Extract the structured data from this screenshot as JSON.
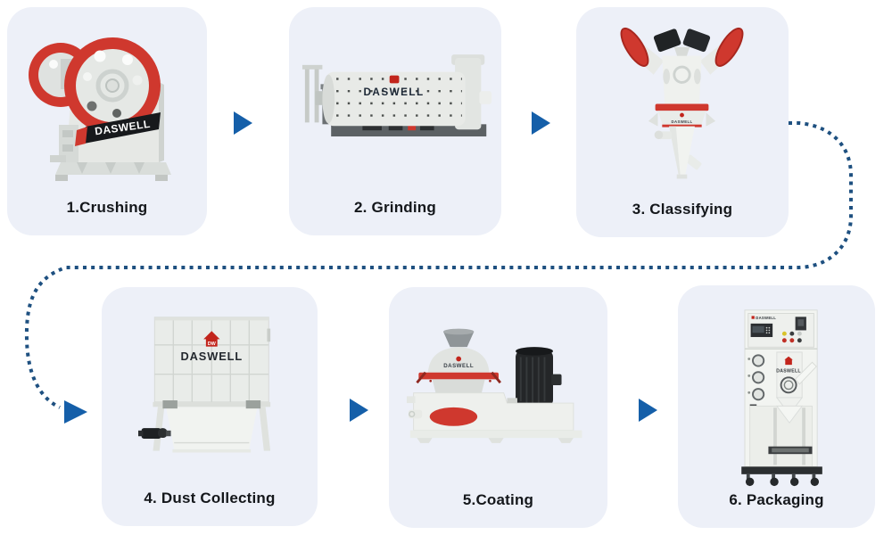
{
  "brand": {
    "name": "DASWELL",
    "mark": "DW"
  },
  "flow": {
    "steps": [
      {
        "id": "crushing",
        "label": "1.Crushing",
        "machine": "jaw-crusher"
      },
      {
        "id": "grinding",
        "label": "2. Grinding",
        "machine": "ball-mill"
      },
      {
        "id": "classifying",
        "label": "3. Classifying",
        "machine": "air-classifier"
      },
      {
        "id": "dust-collecting",
        "label": "4. Dust Collecting",
        "machine": "pulse-dust-collector"
      },
      {
        "id": "coating",
        "label": "5.Coating",
        "machine": "coating-machine"
      },
      {
        "id": "packaging",
        "label": "6. Packaging",
        "machine": "packing-machine"
      }
    ]
  },
  "colors": {
    "page_bg": "#ffffff",
    "card_bg": "#edf0f8",
    "arrow_blue": "#155fa9",
    "connector_navy": "#1e5080",
    "machine_red": "#cf382e",
    "logo_red": "#c2251c",
    "label_text": "#14171b"
  }
}
